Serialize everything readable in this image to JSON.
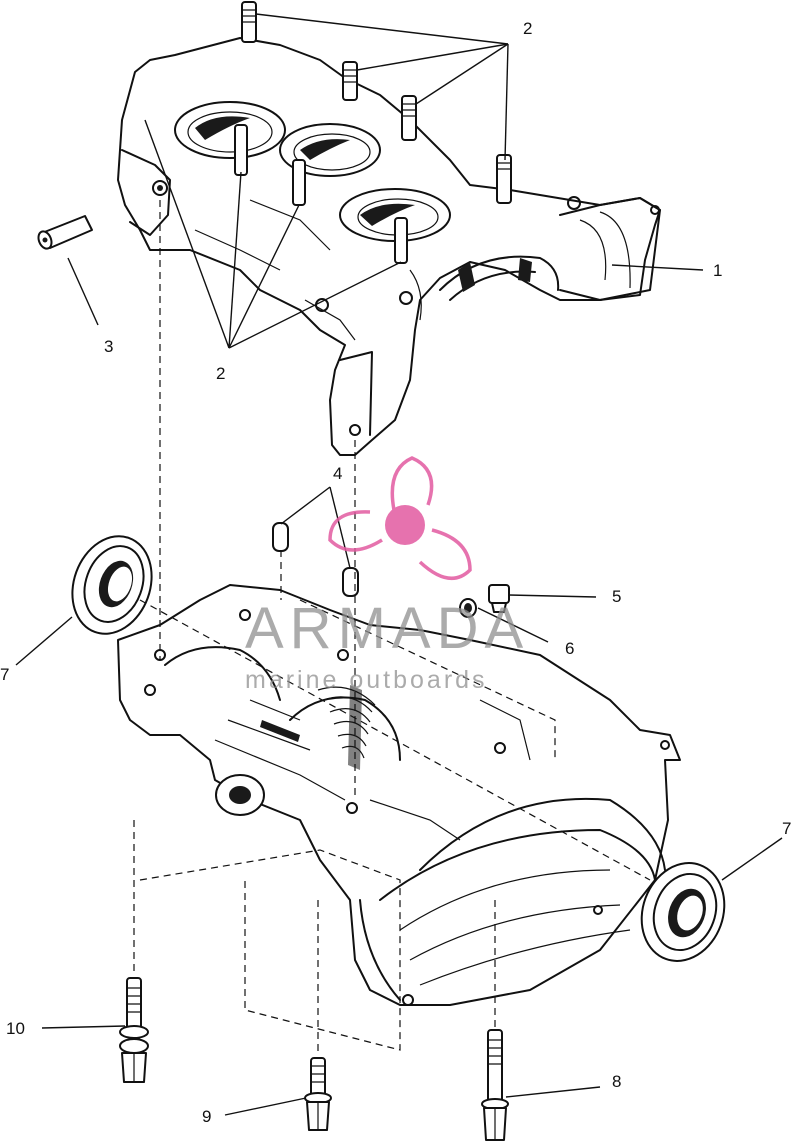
{
  "diagram": {
    "callouts": {
      "c1": "1",
      "c2_top": "2",
      "c2_bottom": "2",
      "c3": "3",
      "c4": "4",
      "c5": "5",
      "c6": "6",
      "c7_left": "7",
      "c7_right": "7",
      "c8": "8",
      "c9": "9",
      "c10": "10"
    }
  },
  "watermark": {
    "brand": "ARMADA",
    "tagline": "marine outboards",
    "logo": "propeller-logo",
    "color": "#e25aa0"
  }
}
